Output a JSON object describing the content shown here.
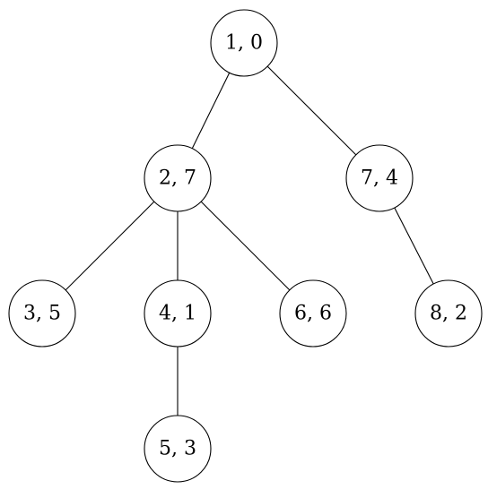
{
  "diagram": {
    "type": "tree",
    "nodes": [
      {
        "id": "n1",
        "label": "1, 0"
      },
      {
        "id": "n2",
        "label": "2, 7"
      },
      {
        "id": "n7",
        "label": "7, 4"
      },
      {
        "id": "n3",
        "label": "3, 5"
      },
      {
        "id": "n4",
        "label": "4, 1"
      },
      {
        "id": "n6",
        "label": "6, 6"
      },
      {
        "id": "n8",
        "label": "8, 2"
      },
      {
        "id": "n5",
        "label": "5, 3"
      }
    ],
    "edges": [
      {
        "from": "n1",
        "to": "n2"
      },
      {
        "from": "n1",
        "to": "n7"
      },
      {
        "from": "n2",
        "to": "n3"
      },
      {
        "from": "n2",
        "to": "n4"
      },
      {
        "from": "n2",
        "to": "n6"
      },
      {
        "from": "n7",
        "to": "n8"
      },
      {
        "from": "n4",
        "to": "n5"
      }
    ]
  },
  "colors": {
    "stroke": "#000000",
    "fill": "#ffffff",
    "text": "#000000"
  }
}
